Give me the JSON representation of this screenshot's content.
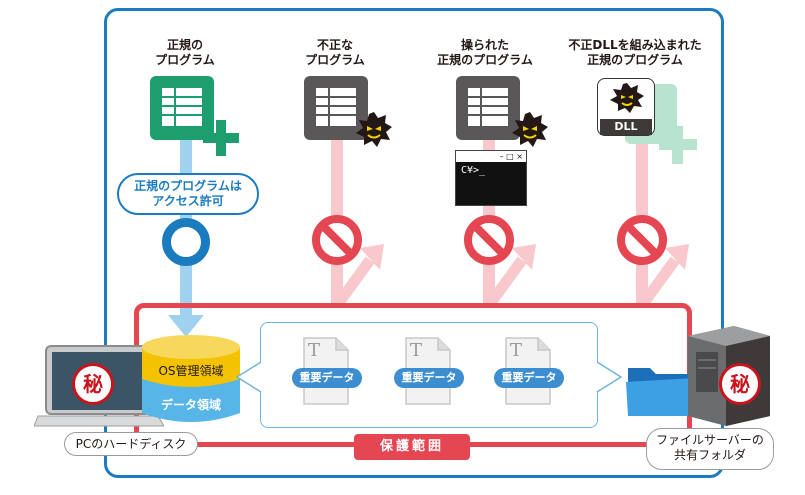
{
  "programs": [
    {
      "caption_line1": "正規の",
      "caption_line2": "プログラム"
    },
    {
      "caption_line1": "不正な",
      "caption_line2": "プログラム"
    },
    {
      "caption_line1": "操られた",
      "caption_line2": "正規のプログラム"
    },
    {
      "caption_line1": "不正DLLを組み込まれた",
      "caption_line2": "正規のプログラム"
    }
  ],
  "access_note": {
    "line1": "正規のプログラムは",
    "line2": "アクセス許可"
  },
  "console": {
    "title_controls": "– □ ×",
    "prompt": "C¥>_"
  },
  "dll_label": "DLL",
  "hdd": {
    "os_area": "OS管理領域",
    "data_area": "データ領域"
  },
  "documents": [
    {
      "glyph": "T",
      "label": "重要データ"
    },
    {
      "glyph": "T",
      "label": "重要データ"
    },
    {
      "glyph": "T",
      "label": "重要データ"
    }
  ],
  "secret_mark": "秘",
  "pc_label": "PCのハードディスク",
  "protection_label": "保護範囲",
  "server_label": {
    "line1": "ファイルサーバーの",
    "line2": "共有フォルダ"
  },
  "colors": {
    "frame_blue": "#1b7bbf",
    "green": "#1e9e6e",
    "guard_red": "#e44652",
    "pink": "#f9c8cc",
    "light_blue": "#9fd2ee"
  }
}
